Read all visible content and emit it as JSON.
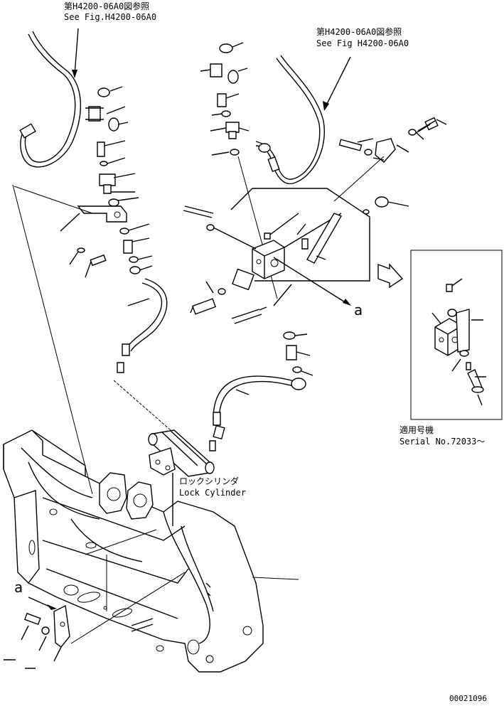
{
  "refs": {
    "top_left_jp": "第H4200-06A0図参照",
    "top_left_en": "See Fig.H4200-06A0",
    "top_right_jp": "第H4200-06A0図参照",
    "top_right_en": "See Fig H4200-06A0"
  },
  "callouts": {
    "a_right": "a",
    "a_left": "a"
  },
  "lock_cylinder": {
    "jp": "ロックシリンダ",
    "en": "Lock Cylinder"
  },
  "serial_note": {
    "jp": "適用号機",
    "en": "Serial No.72033～"
  },
  "drawing_number": "00021096"
}
